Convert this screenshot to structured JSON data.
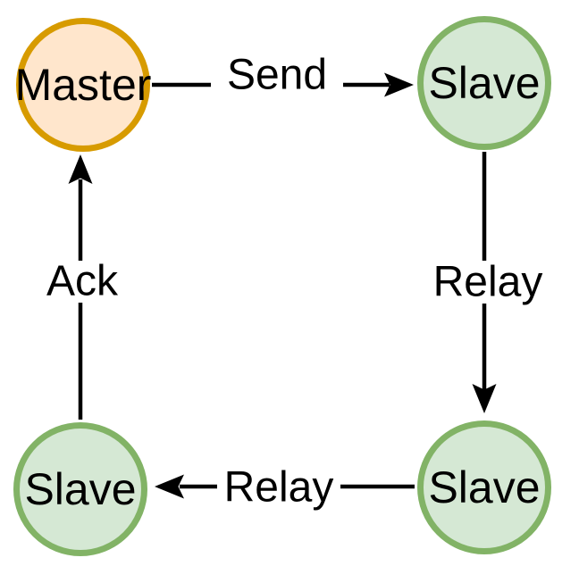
{
  "diagram": {
    "background_color": "#ffffff",
    "line_color": "#000000",
    "text_color": "#000000",
    "nodes": [
      {
        "label": "Master",
        "role": "master",
        "position": "top-left",
        "fill": "#FFE6CC",
        "stroke": "#D79B00"
      },
      {
        "label": "Slave",
        "role": "slave",
        "position": "top-right",
        "fill": "#D5E8D4",
        "stroke": "#82B366"
      },
      {
        "label": "Slave",
        "role": "slave",
        "position": "bottom-right",
        "fill": "#D5E8D4",
        "stroke": "#82B366"
      },
      {
        "label": "Slave",
        "role": "slave",
        "position": "bottom-left",
        "fill": "#D5E8D4",
        "stroke": "#82B366"
      }
    ],
    "edges": [
      {
        "label": "Send",
        "from": "master (top-left)",
        "to": "slave (top-right)",
        "direction": "right"
      },
      {
        "label": "Relay",
        "from": "slave (top-right)",
        "to": "slave (bottom-right)",
        "direction": "down"
      },
      {
        "label": "Relay",
        "from": "slave (bottom-right)",
        "to": "slave (bottom-left)",
        "direction": "left"
      },
      {
        "label": "Ack",
        "from": "slave (bottom-left)",
        "to": "master (top-left)",
        "direction": "up"
      }
    ]
  }
}
